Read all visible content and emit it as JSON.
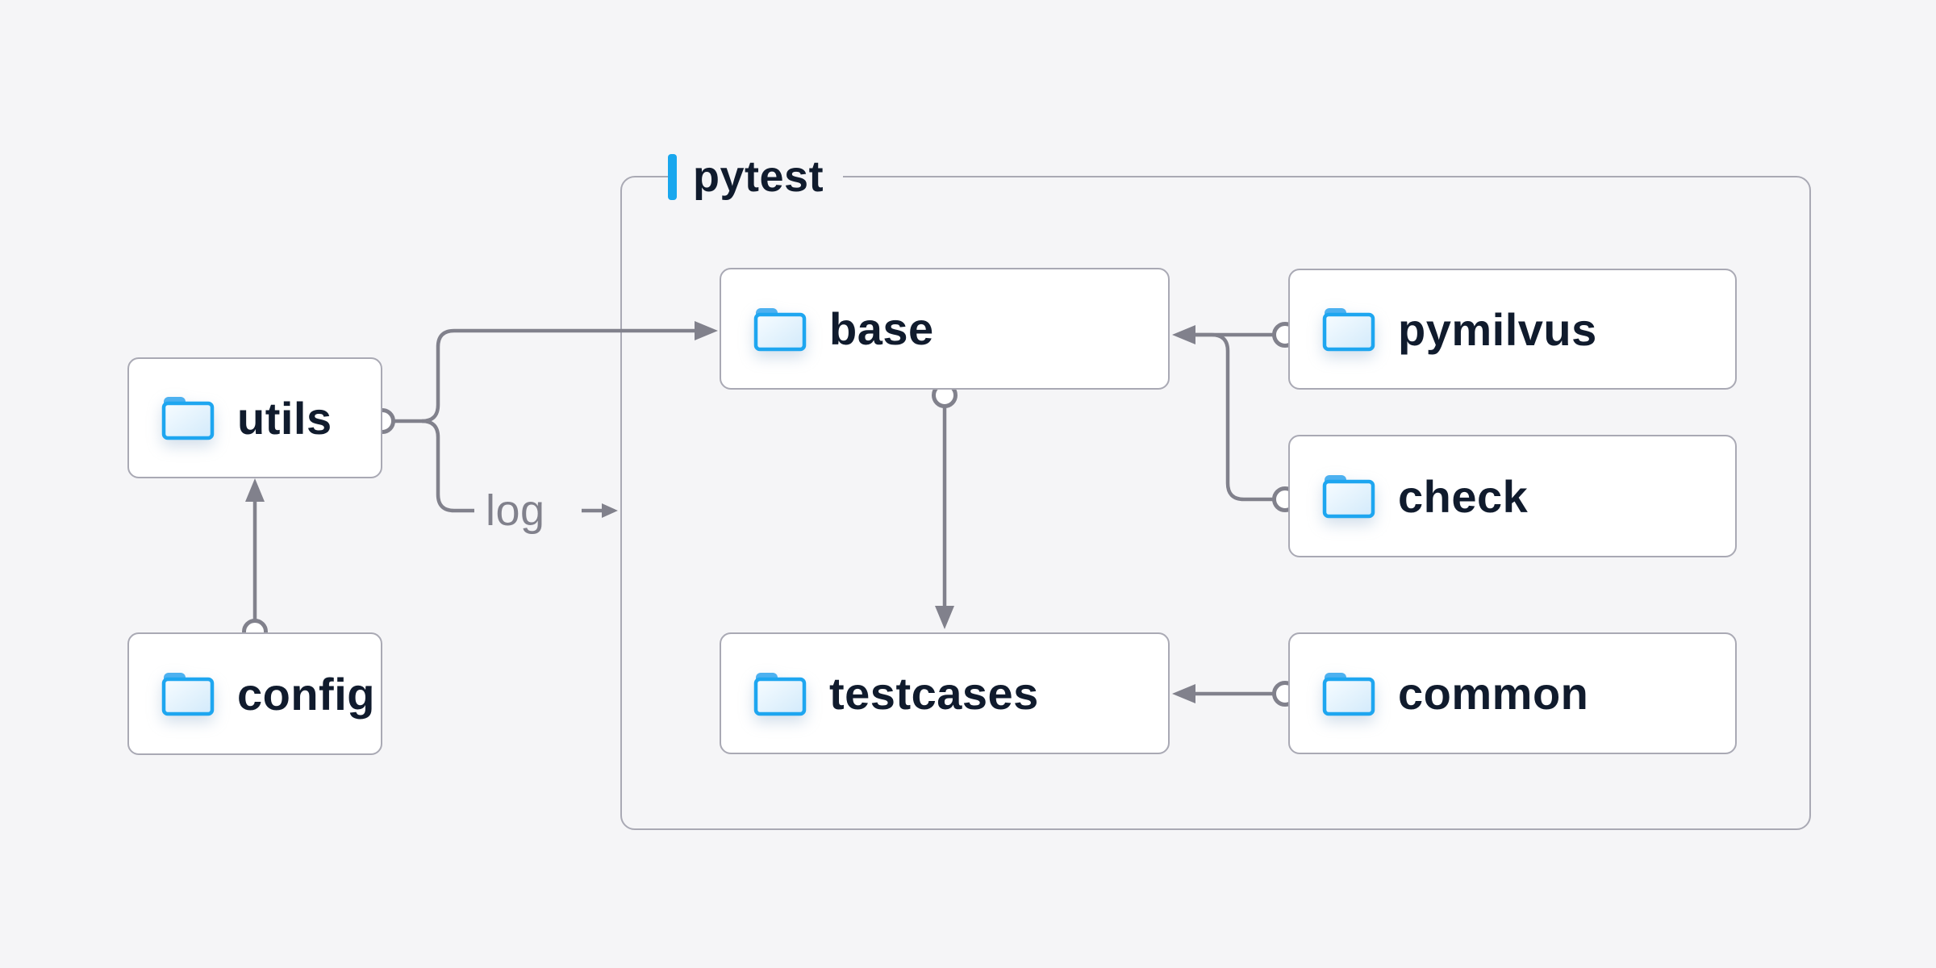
{
  "diagram": {
    "group": {
      "label": "pytest"
    },
    "nodes": {
      "utils": {
        "label": "utils"
      },
      "config": {
        "label": "config"
      },
      "base": {
        "label": "base"
      },
      "pymilvus": {
        "label": "pymilvus"
      },
      "check": {
        "label": "check"
      },
      "testcases": {
        "label": "testcases"
      },
      "common": {
        "label": "common"
      }
    },
    "edge_label": "log",
    "edges": [
      {
        "from": "config",
        "to": "utils"
      },
      {
        "from": "utils",
        "to": "base"
      },
      {
        "from": "utils",
        "to": "log-label"
      },
      {
        "from": "base",
        "to": "testcases"
      },
      {
        "from": "pymilvus",
        "to": "base"
      },
      {
        "from": "check",
        "to": "base"
      },
      {
        "from": "common",
        "to": "testcases"
      }
    ],
    "colors": {
      "background": "#f5f5f7",
      "box_border": "#a9a9b4",
      "connector_gray": "#81818c",
      "label_text": "#101b2d",
      "accent_blue": "#19a7ee",
      "folder_blue": "#1ea6f0"
    }
  }
}
